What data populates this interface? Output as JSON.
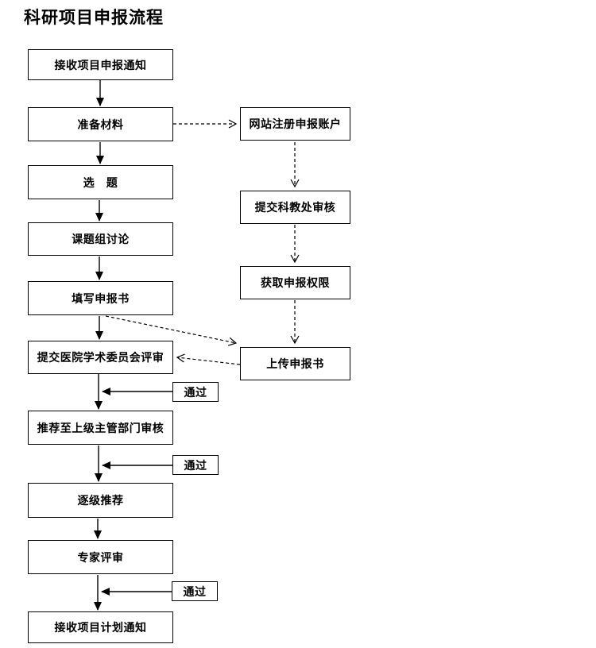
{
  "page": {
    "title": "科研项目申报流程"
  },
  "flowchart": {
    "main_path": [
      "接收项目申报通知",
      "准备材料",
      "选　题",
      "课题组讨论",
      "填写申报书",
      "提交医院学术委员会评审",
      "推荐至上级主管部门审核",
      "逐级推荐",
      "专家评审",
      "接收项目计划通知"
    ],
    "online_path": [
      "网站注册申报账户",
      "提交科教处审核",
      "获取申报权限",
      "上传申报书"
    ],
    "pass_label": "通过",
    "colors": {
      "line": "#000000",
      "box_border": "#000000",
      "box_background": "#ffffff",
      "text": "#000000",
      "page_background": "#ffffff"
    }
  }
}
